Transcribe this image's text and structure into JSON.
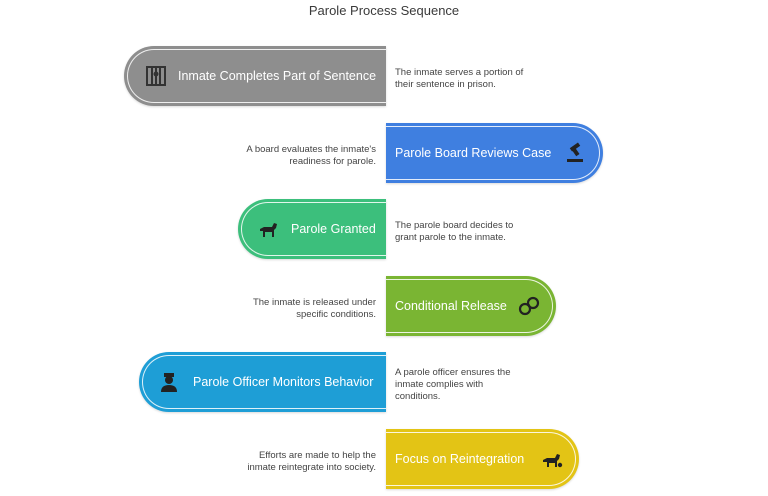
{
  "title": "Parole Process Sequence",
  "steps": [
    {
      "label": "Inmate Completes Part of Sentence",
      "desc_line1": "The inmate serves a portion of",
      "desc_line2": "their sentence in prison.",
      "desc_line3": "",
      "color": "#8e8e8e",
      "icon": "prison-cell-icon"
    },
    {
      "label": "Parole Board Reviews Case",
      "desc_line1": "A board evaluates the inmate's",
      "desc_line2": "readiness for parole.",
      "desc_line3": "",
      "color": "#3f7fe0",
      "icon": "gavel-icon"
    },
    {
      "label": "Parole Granted",
      "desc_line1": "The parole board decides to",
      "desc_line2": "grant parole to the inmate.",
      "desc_line3": "",
      "color": "#3cbf7c",
      "icon": "dog-icon"
    },
    {
      "label": "Conditional Release",
      "desc_line1": "The inmate is released under",
      "desc_line2": "specific conditions.",
      "desc_line3": "",
      "color": "#7ab533",
      "icon": "handcuffs-icon"
    },
    {
      "label": "Parole Officer Monitors Behavior",
      "desc_line1": "A parole officer ensures the",
      "desc_line2": "inmate complies with",
      "desc_line3": "conditions.",
      "color": "#1e9ed6",
      "icon": "officer-icon"
    },
    {
      "label": "Focus on Reintegration",
      "desc_line1": "Efforts are made to help the",
      "desc_line2": "inmate reintegrate into society.",
      "desc_line3": "",
      "color": "#e3c415",
      "icon": "dog-fetch-icon"
    }
  ]
}
